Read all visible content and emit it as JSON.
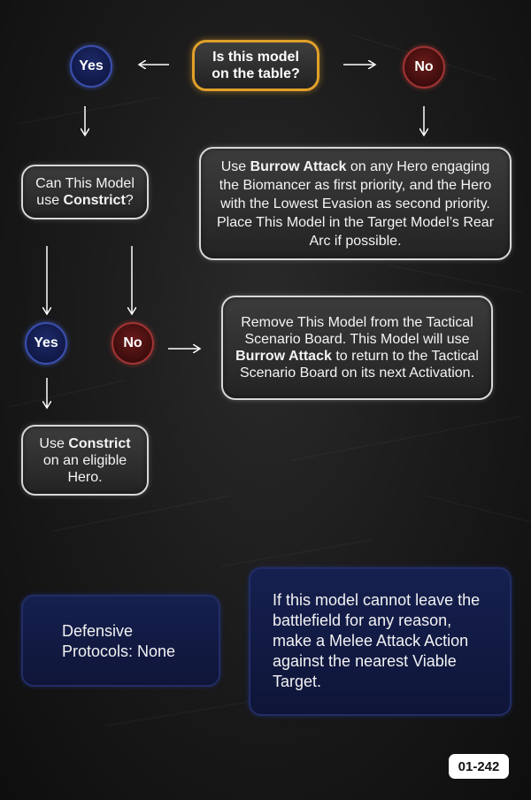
{
  "start": {
    "line1": "Is this model",
    "line2": "on the table?"
  },
  "top_yes": "Yes",
  "top_no": "No",
  "burrow_box": {
    "p1": "Use ",
    "b1": "Burrow Attack",
    "p2": " on any Hero engaging the Biomancer as first priority, and the Hero with the Lowest Evasion as second priority. Place This Model in the Target Model’s Rear Arc if possible."
  },
  "constrict_question": {
    "p1": "Can This Model use ",
    "b1": "Constrict",
    "p2": "?"
  },
  "mid_yes": "Yes",
  "mid_no": "No",
  "remove_box": {
    "p1": "Remove This Model from the Tactical Scenario Board. This Model will use ",
    "b1": "Burrow Attack",
    "p2": " to return to the Tactical Scenario Board on its next Activation."
  },
  "use_constrict_box": {
    "p1": "Use ",
    "b1": "Constrict",
    "p2": " on an eligible Hero."
  },
  "defensive": "Defensive Protocols: None",
  "cannot_leave": "If this model cannot leave the battlefield for any reason, make a Melee Attack Action against the nearest Viable Target.",
  "card_id": "01-242"
}
